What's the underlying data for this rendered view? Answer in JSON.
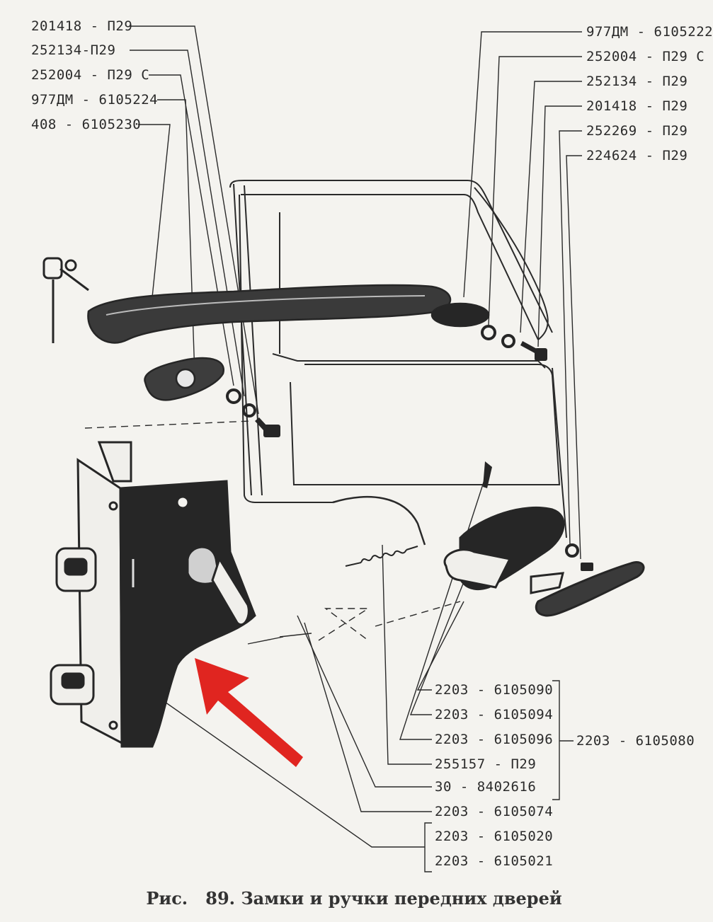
{
  "figure": {
    "caption_prefix": "Рис.",
    "number": "89.",
    "title": "Замки и ручки передних дверей"
  },
  "labels_left": [
    "201418 - П29",
    "252134-П29",
    "252004 - П29 С",
    "977ДМ - 6105224",
    "408 - 6105230"
  ],
  "labels_right": [
    "977ДМ - 6105222",
    "252004 - П29 С",
    "252134 - П29",
    "201418 - П29",
    "252269 - П29",
    "224624 - П29"
  ],
  "labels_bottom": [
    "2203 - 6105090",
    "2203 - 6105094",
    "2203 - 6105096",
    "255157 - П29",
    "30 - 8402616",
    "2203 - 6105074",
    "2203 - 6105020",
    "2203 - 6105021"
  ],
  "label_group": "2203 - 6105080",
  "colors": {
    "ink": "#2a2a2a",
    "arrow": "#e02520",
    "paper": "#f4f3ef",
    "part_dark": "#262626"
  }
}
